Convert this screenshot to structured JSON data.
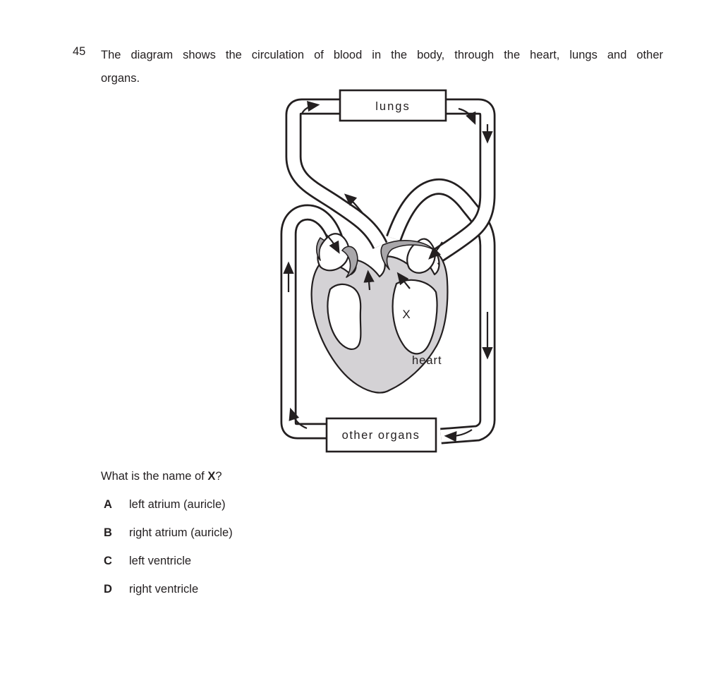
{
  "question": {
    "number": "45",
    "text_line1": "The diagram shows the circulation of blood in the body, through the heart, lungs and other",
    "text_line2": "organs.",
    "prompt_prefix": "What is the name of ",
    "prompt_bold": "X",
    "prompt_suffix": "?"
  },
  "diagram": {
    "labels": {
      "lungs": "lungs",
      "other_organs": "other organs",
      "x_marker": "X",
      "heart": "heart"
    },
    "colors": {
      "outline": "#231f20",
      "muscle_gray": "#d4d2d5",
      "flap_gray": "#a9a7aa",
      "vessel_fill": "#ffffff"
    }
  },
  "options": [
    {
      "letter": "A",
      "text": "left atrium (auricle)"
    },
    {
      "letter": "B",
      "text": "right atrium (auricle)"
    },
    {
      "letter": "C",
      "text": "left ventricle"
    },
    {
      "letter": "D",
      "text": "right ventricle"
    }
  ]
}
